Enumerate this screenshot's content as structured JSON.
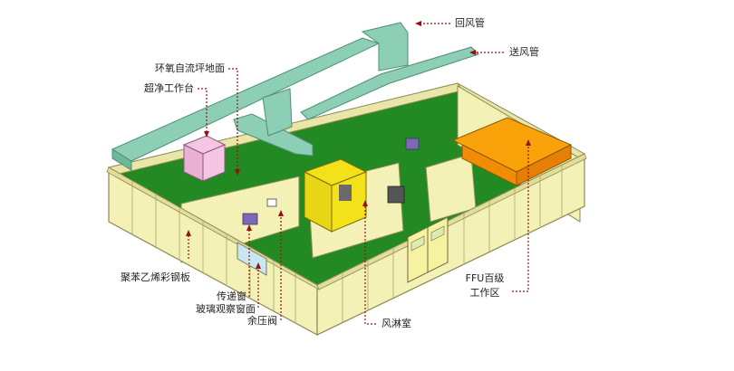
{
  "labels": {
    "return_duct": "回风管",
    "supply_duct": "送风管",
    "epoxy_floor": "环氧自流坪地面",
    "clean_bench": "超净工作台",
    "eps_panel": "聚苯乙烯彩钢板",
    "pass_box": "传递窗",
    "glass_window": "玻璃观察窗面",
    "pressure_valve": "余压阀",
    "air_shower": "风淋室",
    "ffu_line1": "FFU百级",
    "ffu_line2": "工作区"
  },
  "colors": {
    "wall": "#f4f1b6",
    "floor": "#238a23",
    "duct": "#8ccfb4",
    "shower": "#f3e11a",
    "ffu": "#f9a20a",
    "bench": "#f4c6e4",
    "leader": "#9a1010"
  }
}
